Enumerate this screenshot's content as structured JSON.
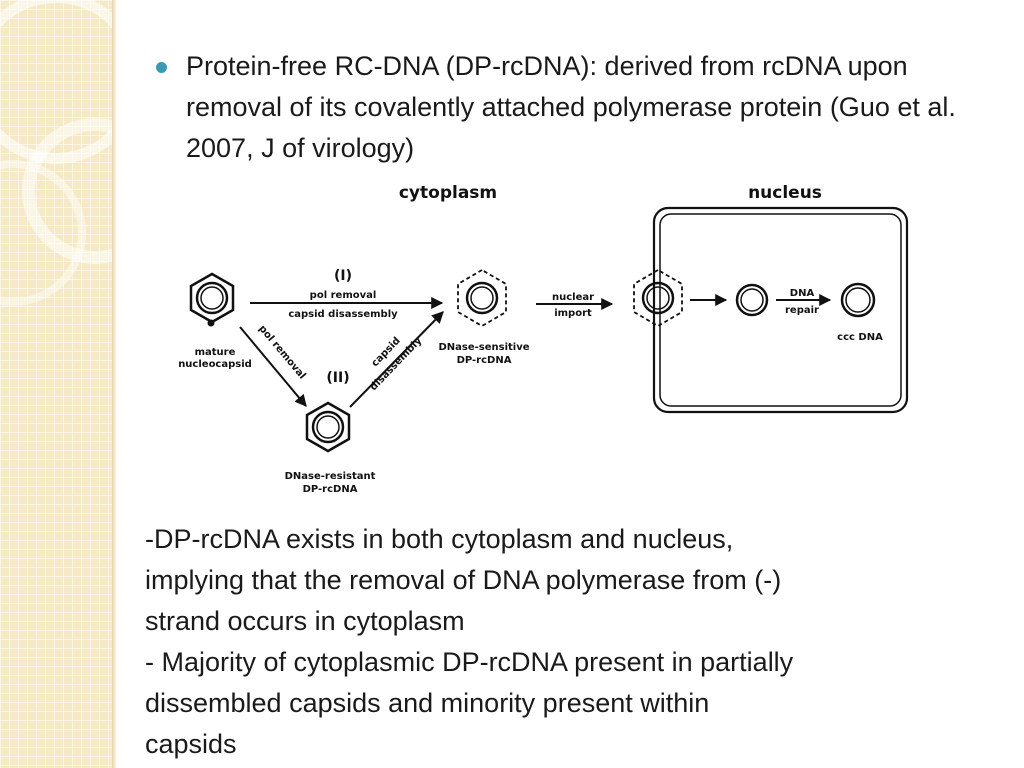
{
  "slide": {
    "bullet": "Protein-free RC-DNA (DP-rcDNA): derived from rcDNA upon removal of its covalently attached polymerase protein (Guo et al. 2007, J of virology)",
    "notes": [
      "-DP-rcDNA exists in both cytoplasm and nucleus,",
      "implying that the removal of DNA polymerase from (-)",
      "strand occurs in cytoplasm",
      "- Majority of cytoplasmic DP-rcDNA present in partially",
      "dissembled capsids and minority present within",
      "capsids"
    ]
  },
  "diagram": {
    "compartments": {
      "cytoplasm": "cytoplasm",
      "nucleus": "nucleus"
    },
    "nodes": {
      "mature": [
        "mature",
        "nucleocapsid"
      ],
      "sensitive": [
        "DNase-sensitive",
        "DP-rcDNA"
      ],
      "resistant": [
        "DNase-resistant",
        "DP-rcDNA"
      ],
      "ccc": "ccc DNA"
    },
    "paths": {
      "path1_label": "(I)",
      "path1_top": "pol removal",
      "path1_bottom": "capsid disassembly",
      "path2_label": "(II)",
      "pol_removal_diag": "pol removal",
      "capsid_diag": [
        "capsid",
        "disassembly"
      ],
      "nuclear_import": [
        "nuclear",
        "import"
      ],
      "dna_repair": [
        "DNA",
        "repair"
      ]
    }
  }
}
